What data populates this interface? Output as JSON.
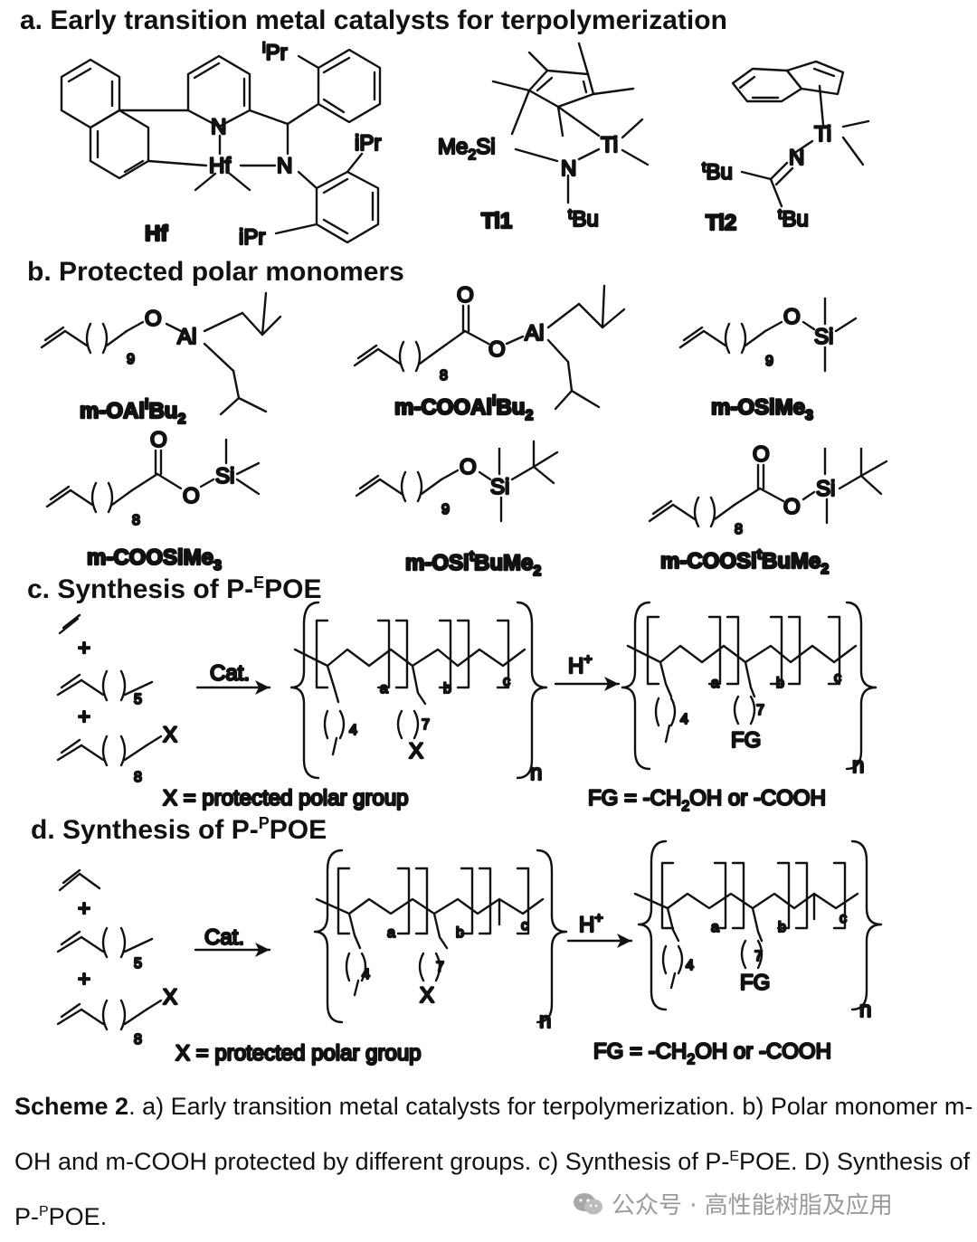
{
  "headers": {
    "a": "a. Early transition metal catalysts for terpolymerization",
    "b": "b. Protected polar monomers",
    "c_prefix": "c. Synthesis of P-",
    "c_sup": "E",
    "c_suffix": "POE",
    "d_prefix": "d. Synthesis of P-",
    "d_sup": "P",
    "d_suffix": "POE"
  },
  "catalysts": {
    "hf": {
      "name": "Hf",
      "metal": "Hf",
      "n1": "N",
      "n2": "N",
      "ipr_top_sup": "i",
      "ipr_top": "Pr",
      "ipr_right": "iPr",
      "ipr_bottom": "iPr"
    },
    "ti1": {
      "name": "Ti1",
      "si_prefix": "Me",
      "si_sub": "2",
      "si_suffix": "Si",
      "n": "N",
      "ti": "Ti",
      "tbu_sup": "t",
      "tbu": "Bu"
    },
    "ti2": {
      "name": "Ti2",
      "ti": "Ti",
      "n": "N",
      "tbu1_sup": "t",
      "tbu1": "Bu",
      "tbu2_sup": "t",
      "tbu2": "Bu"
    }
  },
  "monomers": [
    {
      "label_prefix": "m-OAl",
      "label_sup": "i",
      "label_mid": "Bu",
      "label_sub": "2",
      "n": "9",
      "atoms": [
        "O",
        "Al"
      ]
    },
    {
      "label_prefix": "m-COOAl",
      "label_sup": "i",
      "label_mid": "Bu",
      "label_sub": "2",
      "n": "8",
      "atoms": [
        "O",
        "O",
        "Al"
      ]
    },
    {
      "label_prefix": "m-OSiMe",
      "label_sup": "",
      "label_mid": "",
      "label_sub": "3",
      "n": "9",
      "atoms": [
        "O",
        "Si"
      ]
    },
    {
      "label_prefix": "m-COOSiMe",
      "label_sup": "",
      "label_mid": "",
      "label_sub": "3",
      "n": "8",
      "atoms": [
        "O",
        "O",
        "Si"
      ]
    },
    {
      "label_prefix": "m-OSi",
      "label_sup": "t",
      "label_mid": "BuMe",
      "label_sub": "2",
      "n": "9",
      "atoms": [
        "O",
        "Si"
      ]
    },
    {
      "label_prefix": "m-COOSi",
      "label_sup": "t",
      "label_mid": "BuMe",
      "label_sub": "2",
      "n": "8",
      "atoms": [
        "O",
        "O",
        "Si"
      ]
    }
  ],
  "synthesis": {
    "plus": "+",
    "octene_n": "5",
    "polar_n": "8",
    "x": "X",
    "cat": "Cat.",
    "acid_prefix": "H",
    "acid_sup": "+",
    "sub_a": "a",
    "sub_b": "b",
    "sub_c": "c",
    "sub_n": "n",
    "hexyl_n": "4",
    "side_n": "7",
    "fg": "FG",
    "x_note": "X = protected polar group",
    "fg_note_prefix": "FG = -CH",
    "fg_note_sub": "2",
    "fg_note_suffix": "OH or -COOH"
  },
  "caption": {
    "bold": "Scheme 2",
    "text1": ". a) Early transition metal catalysts for terpolymerization. b) Polar monomer m-OH and m-COOH protected by different groups. c) Synthesis of P-",
    "sup1": "E",
    "text2": "POE. D) Synthesis of P-",
    "sup2": "P",
    "text3": "POE."
  },
  "watermark": {
    "text": "公众号 · 高性能树脂及应用"
  }
}
